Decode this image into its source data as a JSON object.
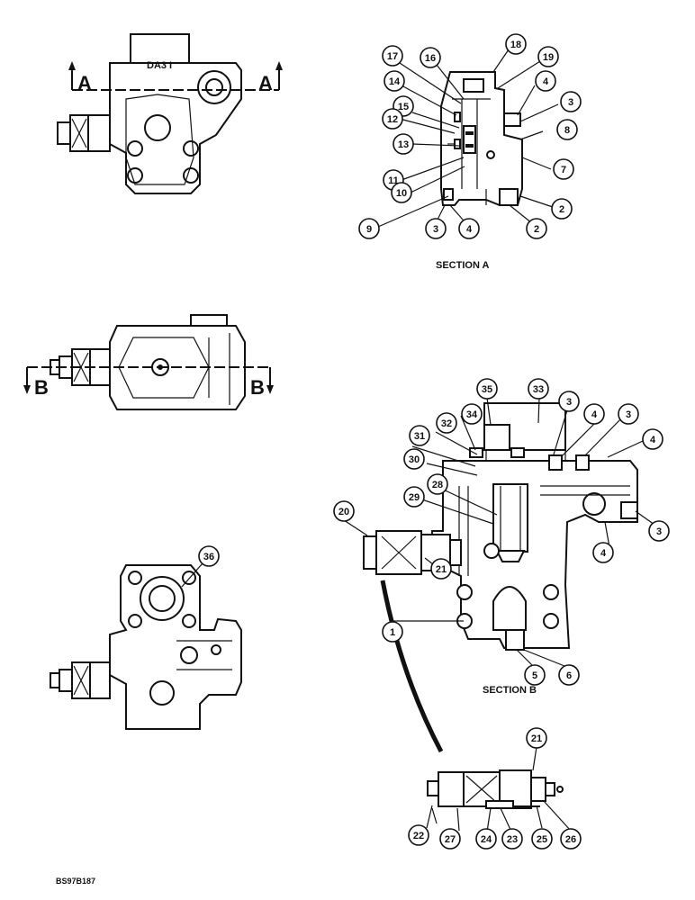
{
  "diagram": {
    "section_a_label": "SECTION A",
    "section_b_label": "SECTION B",
    "cut_a_left": "A",
    "cut_a_right": "A",
    "cut_b_left": "B",
    "cut_b_right": "B",
    "figure_code": "BS97B187",
    "casting_mark": "DA3 I",
    "callouts": [
      "17",
      "16",
      "18",
      "19",
      "14",
      "4",
      "3",
      "15",
      "12",
      "8",
      "13",
      "7",
      "11",
      "10",
      "9",
      "3",
      "4",
      "2",
      "2",
      "35",
      "33",
      "3",
      "4",
      "3",
      "4",
      "34",
      "32",
      "31",
      "30",
      "28",
      "29",
      "20",
      "3",
      "4",
      "21",
      "1",
      "5",
      "6",
      "36",
      "21",
      "22",
      "27",
      "24",
      "23",
      "25",
      "26"
    ]
  }
}
